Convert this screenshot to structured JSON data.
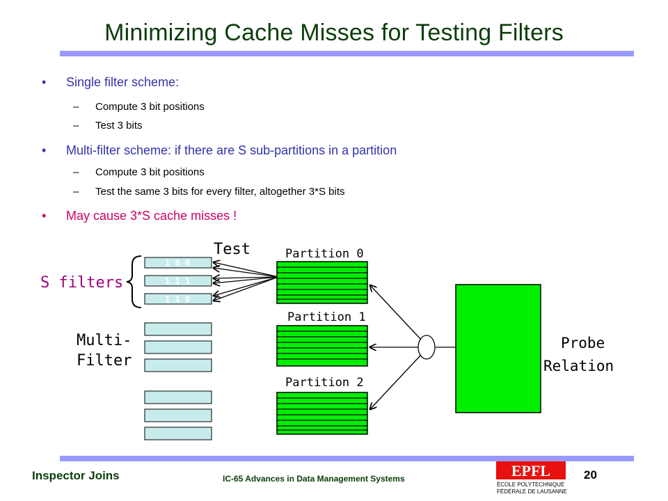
{
  "slide": {
    "title": "Minimizing Cache Misses for Testing Filters",
    "bullets": [
      {
        "text": "Single filter scheme:",
        "subs": [
          "Compute 3 bit positions",
          "Test 3 bits"
        ]
      },
      {
        "text": "Multi-filter scheme: if there are S sub-partitions in a partition",
        "subs": [
          "Compute 3 bit positions",
          "Test the same 3 bits for every filter, altogether 3*S bits"
        ]
      },
      {
        "text": "May cause 3*S cache misses !",
        "subs": []
      }
    ],
    "bullet_marker": "•",
    "sub_marker": "–"
  },
  "diagram": {
    "test_label": "Test",
    "s_filters_label": "S filters",
    "multi_filter_label_1": "Multi-",
    "multi_filter_label_2": "Filter",
    "filter_bits": [
      "1 0 0",
      "1 1 1",
      "1 1 0"
    ],
    "partitions": [
      "Partition 0",
      "Partition 1",
      "Partition 2"
    ],
    "probe_label_1": "Probe",
    "probe_label_2": "Relation",
    "colors": {
      "green": "#00ee00",
      "light_teal": "#c8ecec",
      "rule": "#9999ff"
    }
  },
  "footer": {
    "left": "Inspector Joins",
    "course": "IC-65 Advances in Data Management Systems",
    "page": "20",
    "logo_text": "EPFL",
    "logo_line1": "ÉCOLE POLYTECHNIQUE",
    "logo_line2": "FÉDÉRALE DE LAUSANNE"
  }
}
